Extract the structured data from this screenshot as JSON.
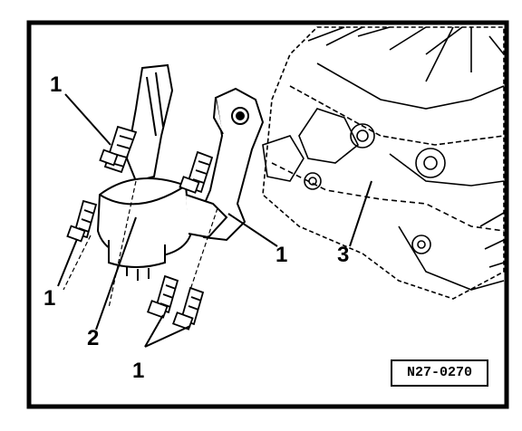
{
  "callouts": {
    "c1_top_left": "1",
    "c1_mid_right": "1",
    "c1_left_lower": "1",
    "c1_bottom": "1",
    "c2": "2",
    "c3": "3"
  },
  "figure_ref": "N27-0270"
}
